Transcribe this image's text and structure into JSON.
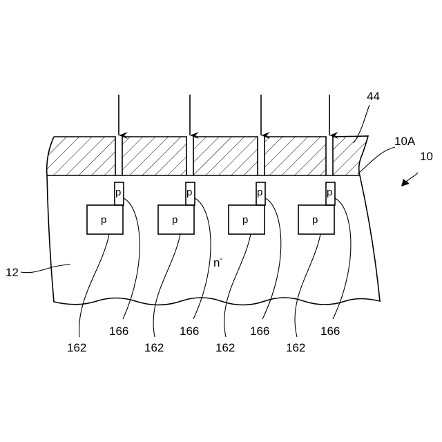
{
  "labels": {
    "mask": "44",
    "surface": "10A",
    "device": "10",
    "substrate": "12",
    "substrate_type": "n",
    "substrate_type_sup": "-",
    "deep_region": "162",
    "shallow_region": "166",
    "p_mark": "p"
  },
  "regions": [
    {
      "deep": "p",
      "shallow": "p",
      "deep_ref": "162",
      "shallow_ref": "166"
    },
    {
      "deep": "p",
      "shallow": "p",
      "deep_ref": "162",
      "shallow_ref": "166"
    },
    {
      "deep": "p",
      "shallow": "p",
      "deep_ref": "162",
      "shallow_ref": "166"
    },
    {
      "deep": "p",
      "shallow": "p",
      "deep_ref": "162",
      "shallow_ref": "166"
    }
  ],
  "arrows_count": 4,
  "colors": {
    "line": "#000000",
    "background": "#ffffff"
  }
}
